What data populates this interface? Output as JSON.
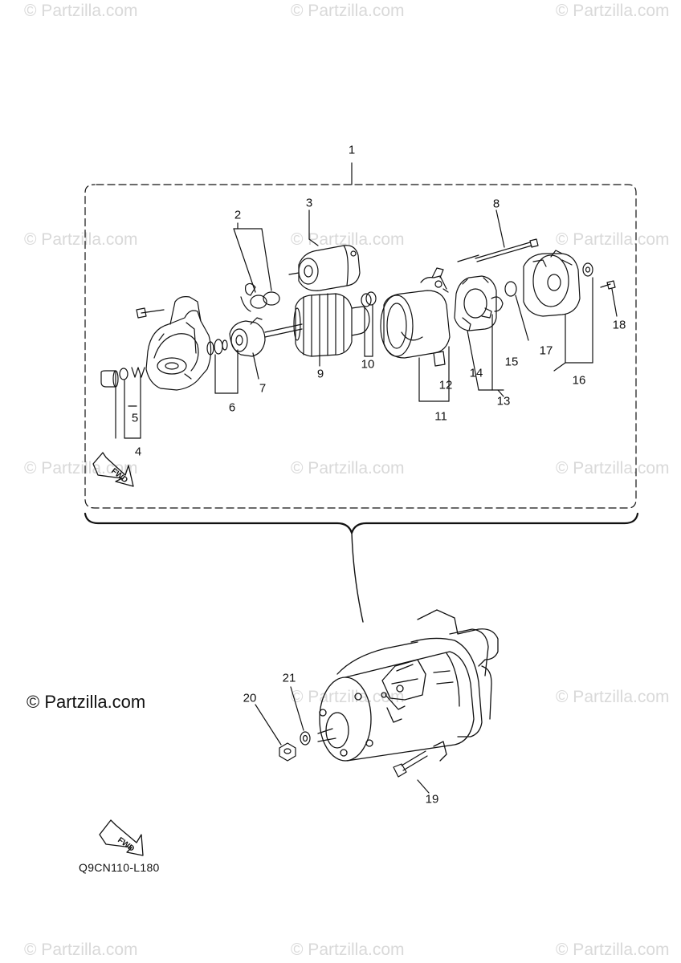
{
  "watermark_text": "© Partzilla.com",
  "credit_text": "© Partzilla.com",
  "diagram_code": "Q9CN110-L180",
  "fwd_label": "FWD",
  "callouts": [
    "1",
    "2",
    "3",
    "4",
    "5",
    "6",
    "7",
    "8",
    "9",
    "10",
    "11",
    "12",
    "13",
    "14",
    "15",
    "16",
    "17",
    "18",
    "19",
    "20",
    "21"
  ],
  "colors": {
    "line": "#111111",
    "watermark": "#d9d9d9",
    "background": "#ffffff"
  }
}
